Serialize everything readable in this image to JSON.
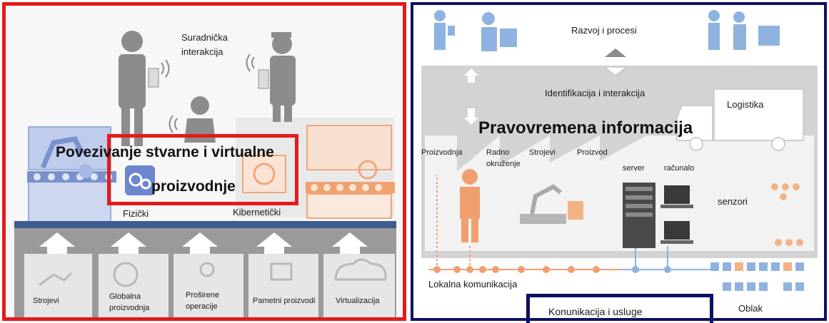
{
  "left_panel": {
    "collab_label_line1": "Suradnička",
    "collab_label_line2": "interakcija",
    "center_title_line1": "Povezivanje stvarne i virtualne",
    "center_title_line2": "proizvodnje",
    "physical_label": "Fizički",
    "cyber_label": "Kibernetički",
    "bottom_items": [
      {
        "line1": "Strojevi",
        "line2": ""
      },
      {
        "line1": "Globalna",
        "line2": "proizvodnja"
      },
      {
        "line1": "Proširene",
        "line2": "operacije"
      },
      {
        "line1": "Pametni proizvodi",
        "line2": ""
      },
      {
        "line1": "Virtualizacija",
        "line2": ""
      }
    ]
  },
  "right_panel": {
    "top_label": "Razvoj i procesi",
    "identification_label": "Identifikacija i interakcija",
    "logistics_label": "Logistika",
    "main_title": "Pravovremena informacija",
    "production_label": "Proizvodnja",
    "work_env_line1": "Radno",
    "work_env_line2": "okruženje",
    "machines_label": "Strojevi",
    "product_label": "Proizvod",
    "server_label": "server",
    "computer_label": "računalo",
    "sensors_label": "senzori",
    "local_comm_label": "Lokalna komunikacija",
    "cloud_label": "Oblak",
    "comm_services_label": "Konunikacija i usluge"
  },
  "colors": {
    "left_border": "#e31b1b",
    "right_border": "#0b1260",
    "orange": "#f0a070",
    "blue": "#8fb3e0",
    "gray": "#bdbdbd"
  }
}
